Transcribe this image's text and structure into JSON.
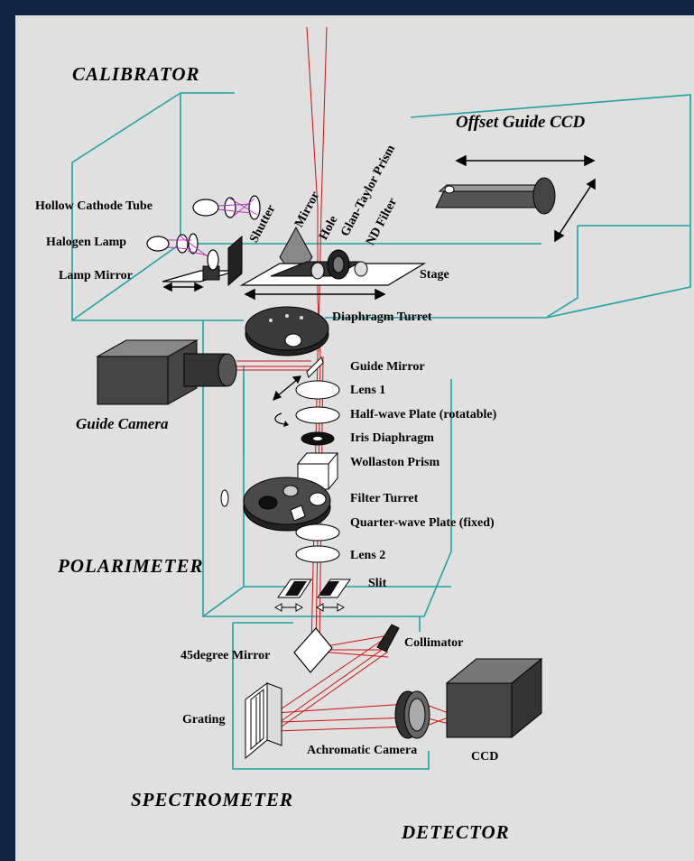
{
  "sections": {
    "calibrator": "CALIBRATOR",
    "polarimeter": "POLARIMETER",
    "spectrometer": "SPECTROMETER",
    "detector": "DETECTOR"
  },
  "sublabels": {
    "offset_guide_ccd": "Offset Guide CCD",
    "guide_camera": "Guide Camera"
  },
  "labels": {
    "hollow_cathode_tube": "Hollow Cathode Tube",
    "halogen_lamp": "Halogen Lamp",
    "lamp_mirror": "Lamp Mirror",
    "shutter": "Shutter",
    "mirror": "Mirror",
    "hole": "Hole",
    "glan_taylor_prism": "Glan-Taylor Prism",
    "nd_filter": "ND Filter",
    "stage": "Stage",
    "diaphragm_turret": "Diaphragm Turret",
    "guide_mirror": "Guide Mirror",
    "lens_1": "Lens 1",
    "half_wave_plate": "Half-wave Plate (rotatable)",
    "iris_diaphragm": "Iris Diaphragm",
    "wollaston_prism": "Wollaston Prism",
    "filter_turret": "Filter Turret",
    "quarter_wave_plate": "Quarter-wave Plate (fixed)",
    "lens_2": "Lens 2",
    "slit": "Slit",
    "mirror_45": "45degree Mirror",
    "collimator": "Collimator",
    "grating": "Grating",
    "achromatic_camera": "Achromatic Camera",
    "ccd": "CCD"
  },
  "colors": {
    "frame_border": "#0e2442",
    "background": "#e0e0e0",
    "box_lines": "#1fa3a3",
    "light_path": "#d01010",
    "calib_light": "#c030c0"
  }
}
